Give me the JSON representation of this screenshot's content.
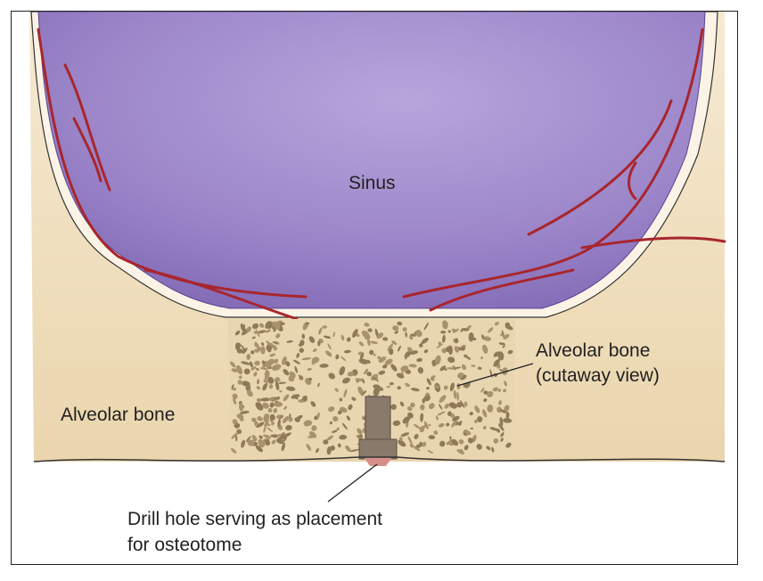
{
  "labels": {
    "sinus": "Sinus",
    "cutaway_line1": "Alveolar bone",
    "cutaway_line2": "(cutaway view)",
    "alveolar_bone": "Alveolar bone",
    "drill_line1": "Drill hole serving as placement",
    "drill_line2": "for osteotome"
  },
  "colors": {
    "sinus": "#9b86c8",
    "bone": "#f1e0c0",
    "vessel": "#a8262e",
    "frame": "#222222"
  }
}
